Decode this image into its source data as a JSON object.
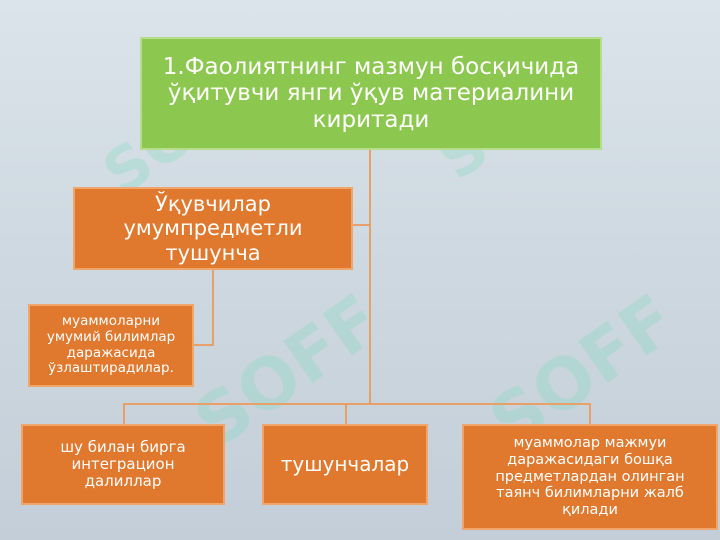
{
  "diagram": {
    "top_box": "1.Фаолиятнинг мазмун босқичида ўқитувчи янги ўқув материалини киритади",
    "concept_box": "Ўқувчилар умумпредметли тушунча",
    "side_note": "муаммоларни умумий билимлар даражасида ўзлаштирадилар.",
    "bottom_left": "шу билан бирга интеграцион далиллар",
    "bottom_middle": "тушунчалар",
    "bottom_right": "муаммолар мажмуи даражасидаги бошқа предметлардан олинган таянч билимларни жалб қилади"
  },
  "watermark": "SOFF",
  "colors": {
    "green": "#8cc84f",
    "orange": "#e0782d",
    "connector": "#e8a06a",
    "background": "#d0dae2"
  }
}
